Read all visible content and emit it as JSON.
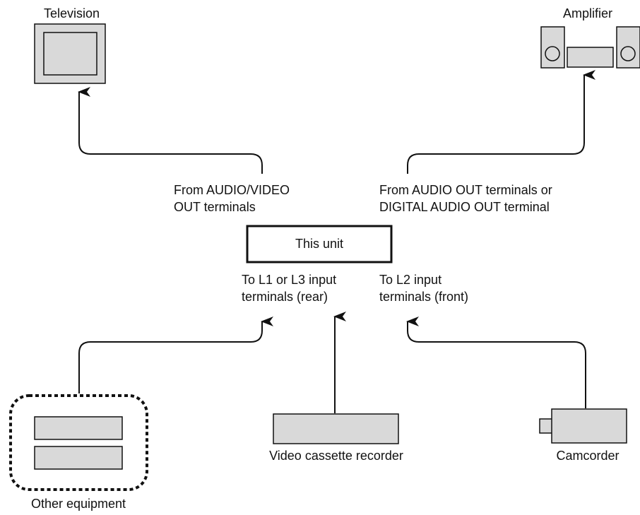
{
  "devices": {
    "television": "Television",
    "amplifier": "Amplifier",
    "this_unit": "This unit",
    "vcr": "Video cassette recorder",
    "camcorder": "Camcorder",
    "other_equipment": "Other equipment"
  },
  "connections": {
    "av_out": [
      "From AUDIO/VIDEO",
      "OUT terminals"
    ],
    "audio_out": [
      "From AUDIO OUT terminals or",
      "DIGITAL AUDIO OUT terminal"
    ],
    "l1_l3_in": [
      "To L1 or L3 input",
      "terminals (rear)"
    ],
    "l2_in": [
      "To L2 input",
      "terminals (front)"
    ]
  },
  "colors": {
    "device_fill": "#d9d9d9",
    "line": "#111111",
    "background": "#ffffff"
  }
}
